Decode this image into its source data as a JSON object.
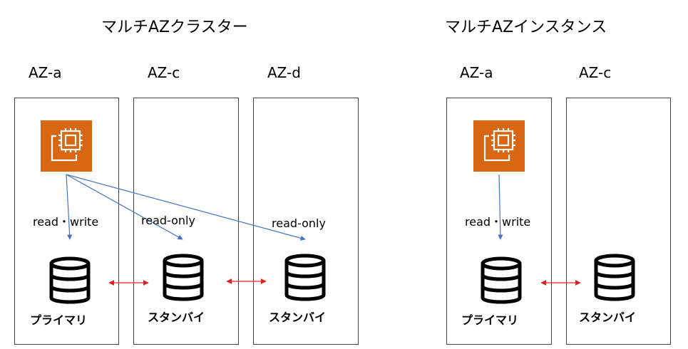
{
  "cluster": {
    "title": "マルチAZクラスター",
    "zones": [
      {
        "label": "AZ-a",
        "role": "プライマリ"
      },
      {
        "label": "AZ-c",
        "role": "スタンバイ"
      },
      {
        "label": "AZ-d",
        "role": "スタンバイ"
      }
    ],
    "edges": [
      {
        "label": "read・write"
      },
      {
        "label": "read-only"
      },
      {
        "label": "read-only"
      }
    ]
  },
  "instance": {
    "title": "マルチAZインスタンス",
    "zones": [
      {
        "label": "AZ-a",
        "role": "プライマリ"
      },
      {
        "label": "AZ-c",
        "role": "スタンバイ"
      }
    ],
    "edges": [
      {
        "label": "read・write"
      }
    ]
  },
  "colors": {
    "compute_icon": "#d86613",
    "access_arrow": "#4472c4",
    "replication_arrow": "#e02020"
  }
}
